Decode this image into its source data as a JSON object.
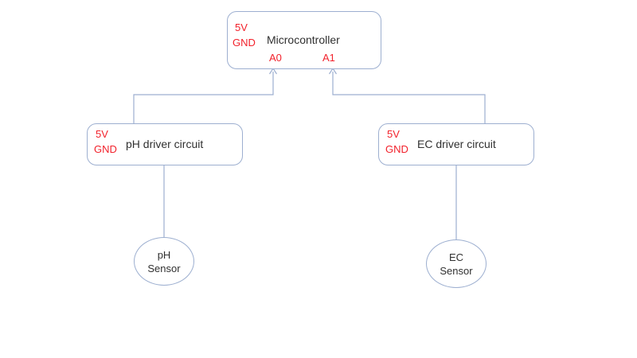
{
  "colors": {
    "line_color": "#9dafd0",
    "red_label_color": "#f2212b",
    "text_color": "#303030",
    "background": "#ffffff"
  },
  "diagram": {
    "nodes": {
      "microcontroller": {
        "label": "Microcontroller",
        "pin_5v": "5V",
        "pin_gnd": "GND",
        "pin_a0": "A0",
        "pin_a1": "A1"
      },
      "ph_driver": {
        "label": "pH driver circuit",
        "pin_5v": "5V",
        "pin_gnd": "GND"
      },
      "ec_driver": {
        "label": "EC driver circuit",
        "pin_5v": "5V",
        "pin_gnd": "GND"
      },
      "ph_sensor": {
        "line1": "pH",
        "line2": "Sensor"
      },
      "ec_sensor": {
        "line1": "EC",
        "line2": "Sensor"
      }
    }
  }
}
